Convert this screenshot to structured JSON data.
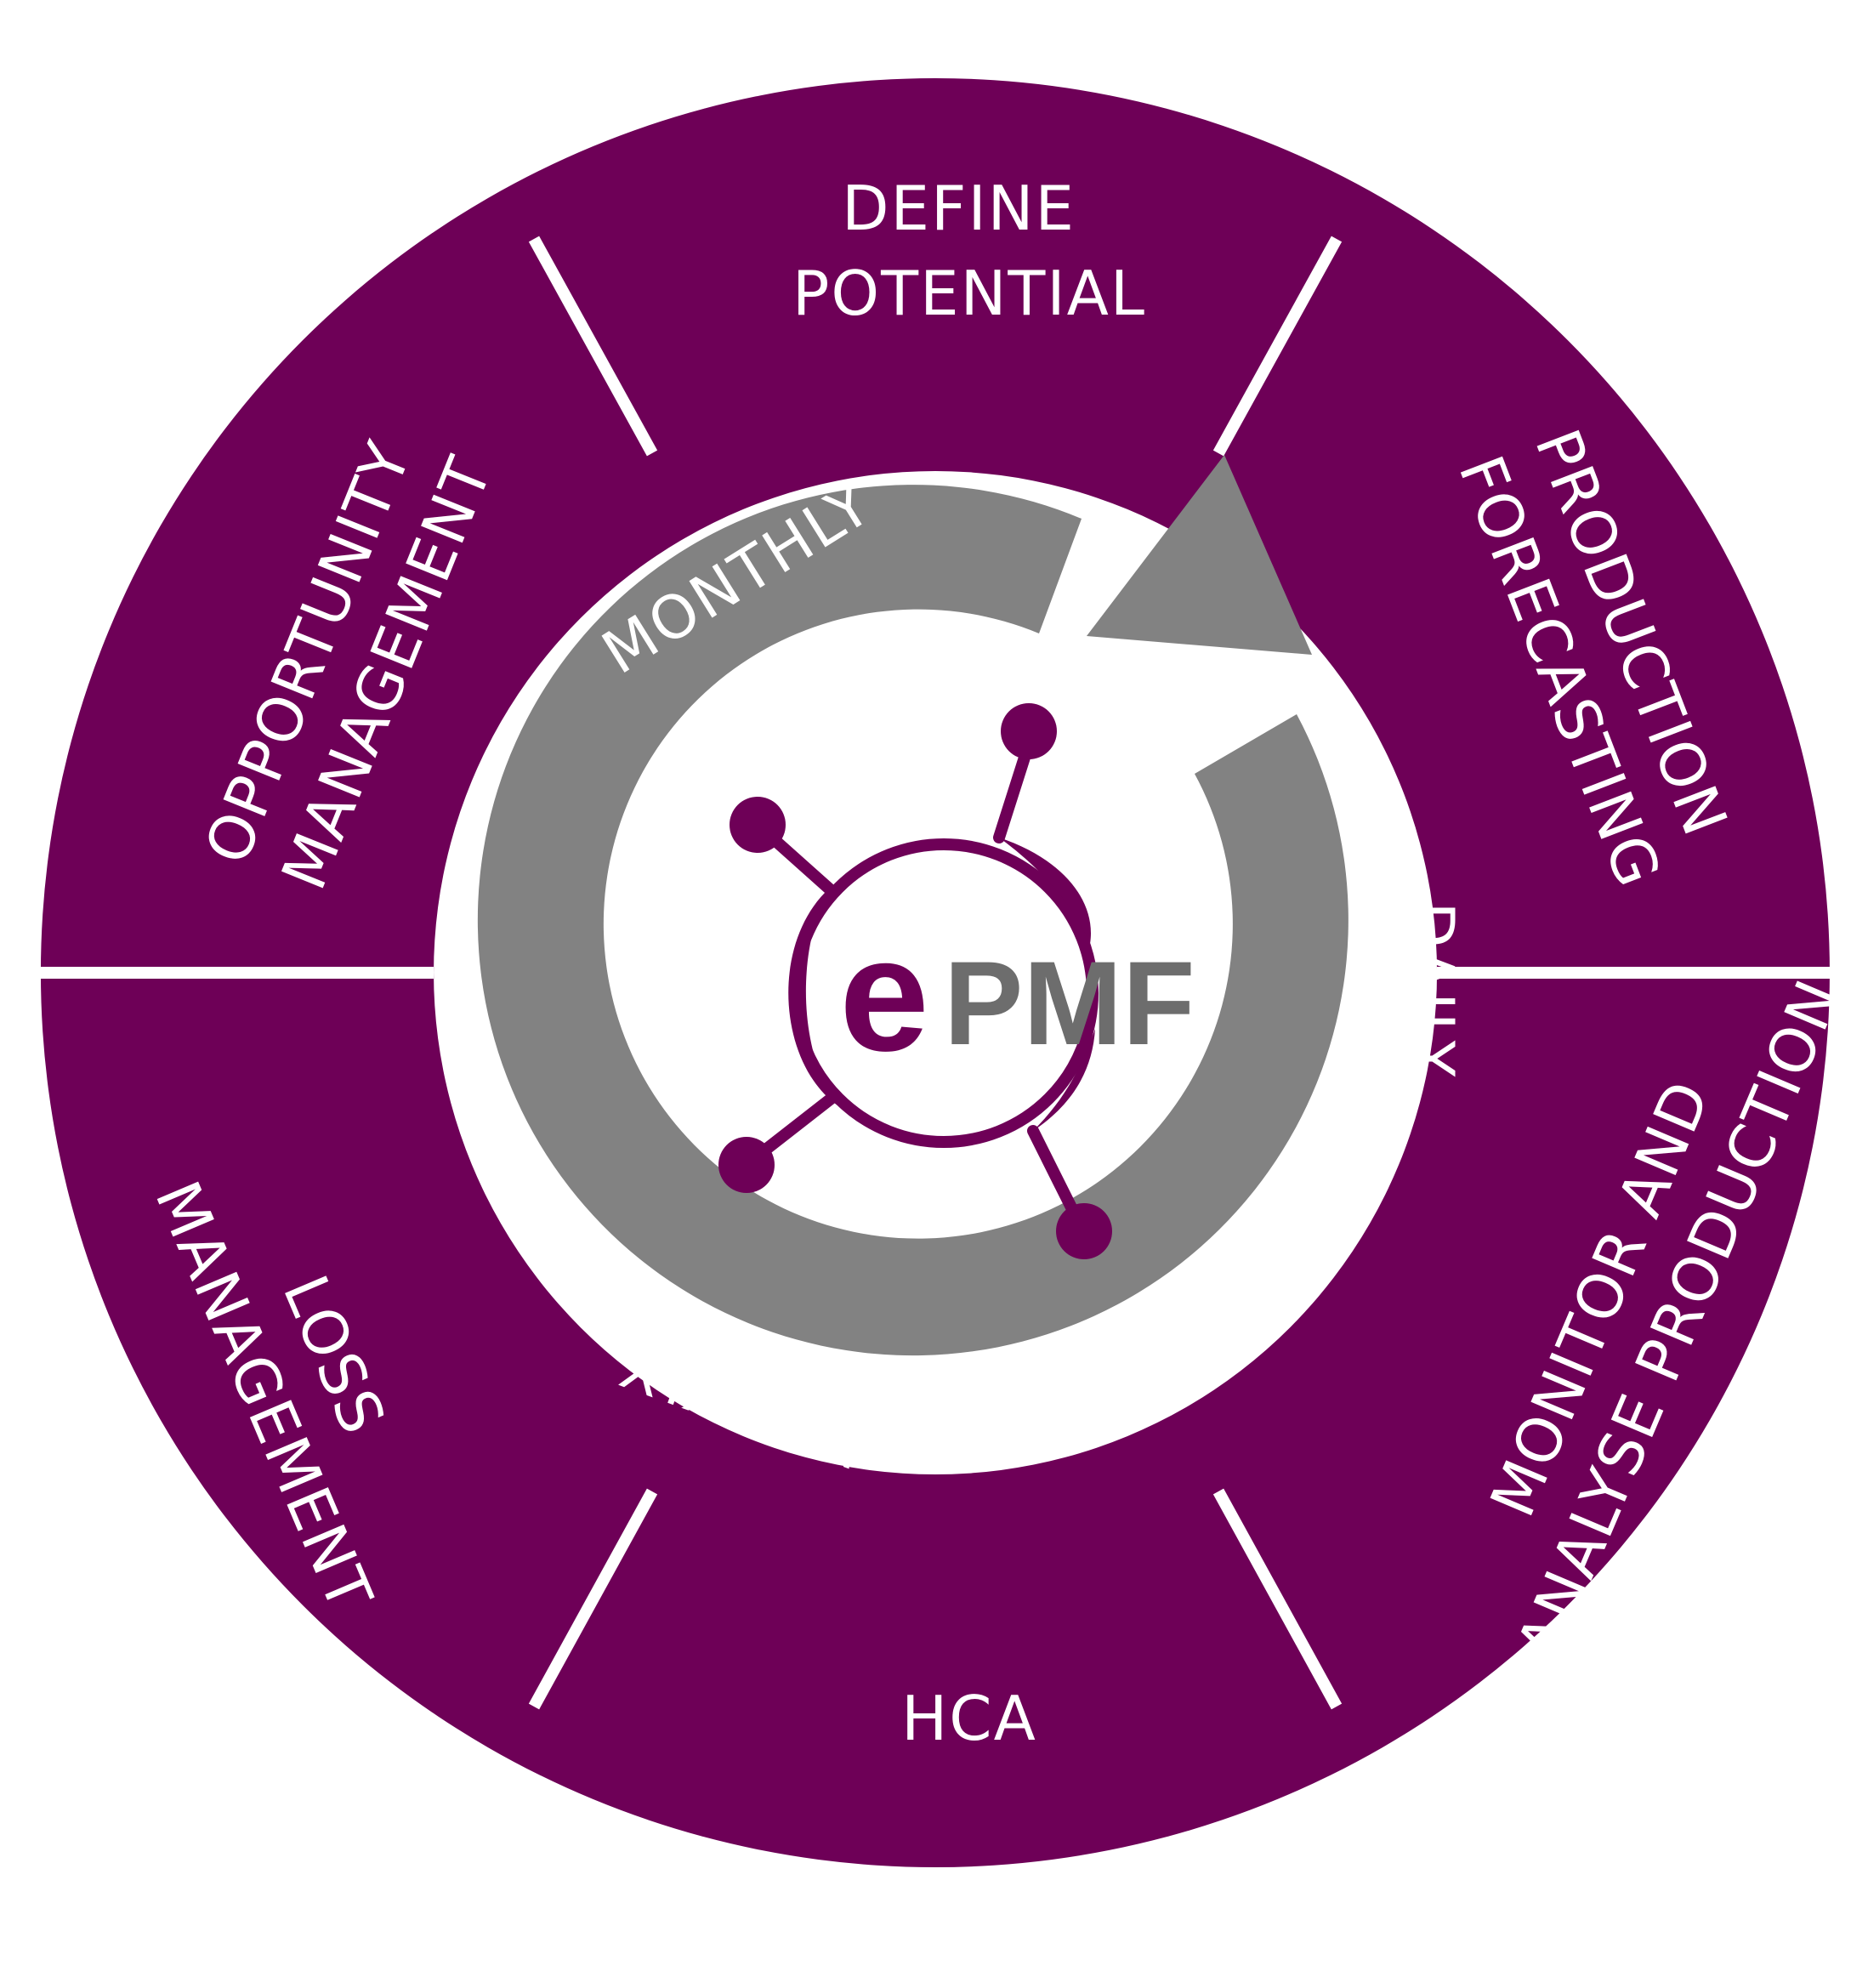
{
  "colors": {
    "ring": "#6e0057",
    "arrow": "#828282",
    "logo_purple": "#6e0057",
    "logo_gray": "#6d6d6d",
    "background": "#ffffff"
  },
  "segments": [
    {
      "id": "define-potential",
      "lines": [
        "DEFINE",
        "POTENTIAL"
      ]
    },
    {
      "id": "production-forecasting",
      "lines": [
        "PRODUCTION",
        "FORECASTING"
      ]
    },
    {
      "id": "monitor-analyse",
      "lines": [
        "MONITOR AND",
        "ANALYSE PRODUCTION"
      ]
    },
    {
      "id": "hca",
      "lines": [
        "HCA"
      ]
    },
    {
      "id": "loss-management",
      "lines": [
        "LOSS",
        "MANAGEMENT"
      ]
    },
    {
      "id": "opportunity-management",
      "lines": [
        "OPPORTUNITY",
        "MANAGEMENT"
      ]
    }
  ],
  "cycle": {
    "monthly": "MONTHLY",
    "daily": "DAILY",
    "weekly": "WEEKLY"
  },
  "logo": {
    "prefix": "e",
    "suffix": "PMF"
  }
}
